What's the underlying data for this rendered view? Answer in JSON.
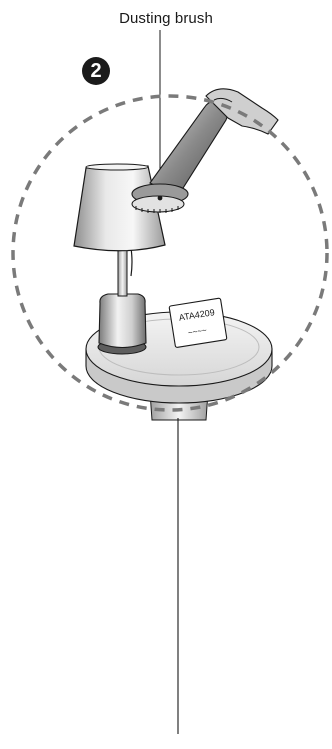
{
  "labels": {
    "callout": "Dusting brush",
    "step_number": "2",
    "card_code": "ATA4209",
    "card_scribble": "~~~~"
  },
  "colors": {
    "outline": "#1a1a1a",
    "dashed_circle": "#7a7a7a",
    "lamp_shade": "#c9c9c9",
    "lamp_base": "#9a9a9a",
    "table_top": "#e4e4e4",
    "table_edge": "#8c8c8c",
    "wand": "#7c7c7c",
    "brush_bristles": "#b5b5b5"
  },
  "icons": {
    "step_badge": "numbered-circle-2",
    "vacuum_tool": "dusting-brush-icon"
  }
}
